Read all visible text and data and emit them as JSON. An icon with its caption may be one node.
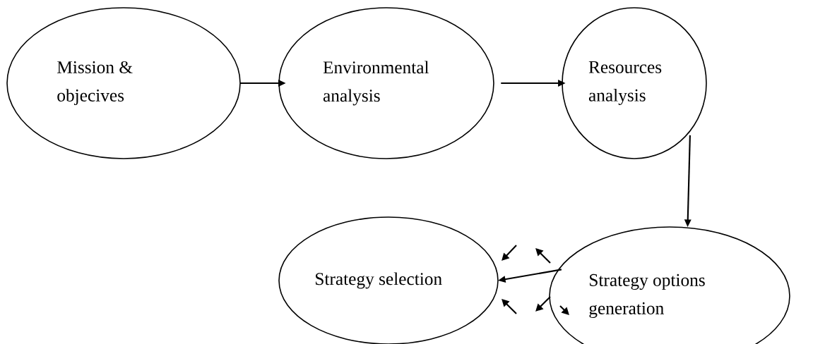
{
  "diagram": {
    "nodes": [
      {
        "text": [
          "Mission & objecives"
        ]
      },
      {
        "text": [
          "Environmental analysis"
        ]
      },
      {
        "text": [
          "Resources analysis"
        ]
      },
      {
        "text": [
          "Strategy selection"
        ]
      },
      {
        "text": [
          "Strategy options generation"
        ]
      }
    ],
    "edges": [
      {
        "from": 0,
        "to": 1,
        "arrow": "to"
      },
      {
        "from": 1,
        "to": 2,
        "arrow": "to"
      },
      {
        "from": 2,
        "to": 4,
        "arrow": "to"
      },
      {
        "from": 4,
        "to": 3,
        "arrow": "to"
      }
    ]
  }
}
